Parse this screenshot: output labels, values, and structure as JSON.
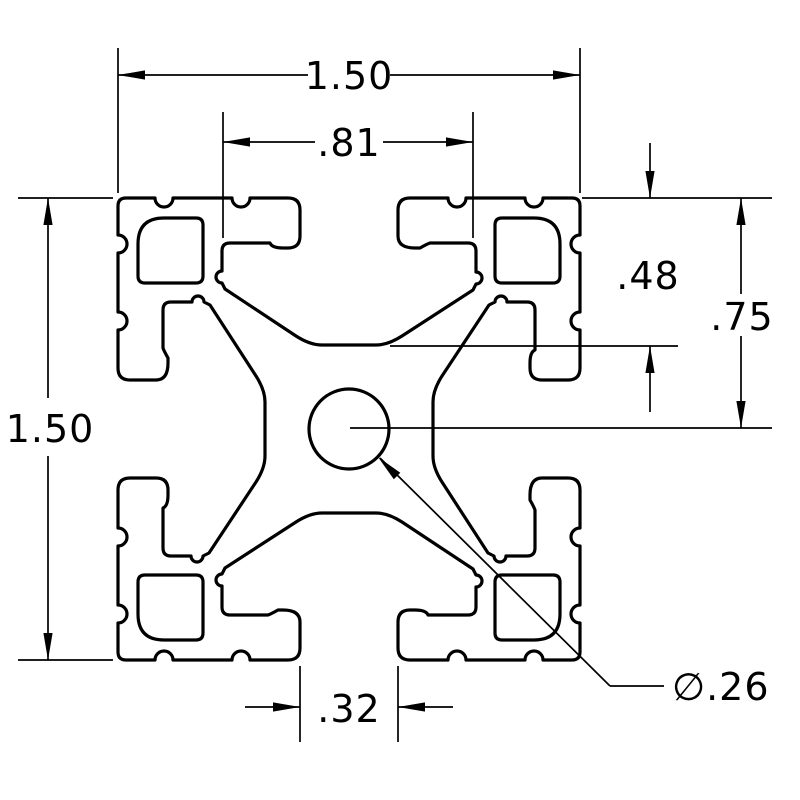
{
  "drawing": {
    "type": "extrusion-cross-section",
    "background_color": "#ffffff",
    "line_color": "#000000",
    "dimensions": {
      "overall_width": "1.50",
      "overall_height": "1.50",
      "inner_slot_width": ".81",
      "cavity_depth": ".48",
      "center_depth": ".75",
      "slot_opening": ".32",
      "center_hole_diameter": "∅.26"
    }
  }
}
